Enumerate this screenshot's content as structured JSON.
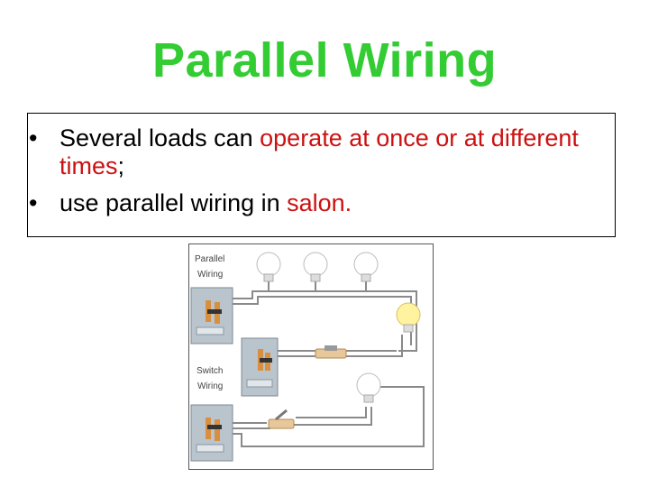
{
  "slide": {
    "title": "Parallel Wiring",
    "bullets": [
      {
        "bullet": "•",
        "text_before": "Several loads can ",
        "highlight": "operate at once or at different times",
        "text_after": ";"
      },
      {
        "bullet": "•",
        "text_before": "use parallel wiring in ",
        "highlight": "salon.",
        "text_after": ""
      }
    ]
  },
  "diagram": {
    "label_parallel_1": "Parallel",
    "label_parallel_2": "Wiring",
    "label_switch_1": "Switch",
    "label_switch_2": "Wiring"
  },
  "colors": {
    "title": "#33cc33",
    "highlight": "#cc1111",
    "text": "#000000",
    "lit_bulb": "#fff3a0",
    "unlit_bulb": "#ffffff",
    "wire": "#777777",
    "breaker_box": "#b9c4cc",
    "switch_base": "#e8c89a"
  }
}
